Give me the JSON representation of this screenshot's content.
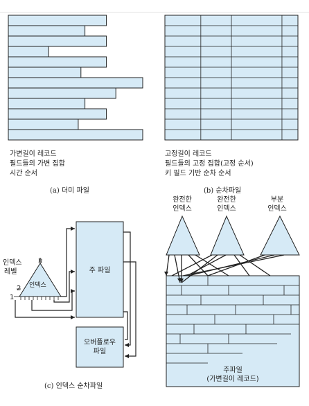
{
  "panel_a": {
    "desc": [
      "가변길이 레코드",
      "필드들의 가변 집합",
      "시간 순서"
    ],
    "caption": "(a) 더미 파일",
    "bar_lengths": [
      0.73,
      0.57,
      0.73,
      0.3,
      0.73,
      0.54,
      1.0,
      0.8,
      0.57,
      0.73,
      0.52,
      1.0
    ]
  },
  "panel_b": {
    "desc": [
      "고정길이 레코드",
      "필드들의 고정 집합(고정 순서)",
      "키 필드 기반 순차 순서"
    ],
    "caption": "(b) 순차파일",
    "rows": 12,
    "column_dividers": [
      0.27,
      0.5,
      0.88
    ]
  },
  "panel_c": {
    "level_label": [
      "인덱스",
      "레벨"
    ],
    "level_n": "n",
    "level_2": "2",
    "level_1": "1",
    "index_label": "인덱스",
    "main_file": "주 파일",
    "overflow_file": [
      "오버플로우",
      "파일"
    ],
    "caption": "(c) 인덱스 순차파일"
  },
  "panel_d": {
    "complete_index_1": [
      "완전한",
      "인덱스"
    ],
    "complete_index_2": [
      "완전한",
      "인덱스"
    ],
    "partial_index": [
      "부분",
      "인덱스"
    ],
    "main_file": [
      "주파일",
      "(가변길이 레코드)"
    ]
  },
  "colors": {
    "fill": "#d6eaf6",
    "stroke": "#222222"
  }
}
